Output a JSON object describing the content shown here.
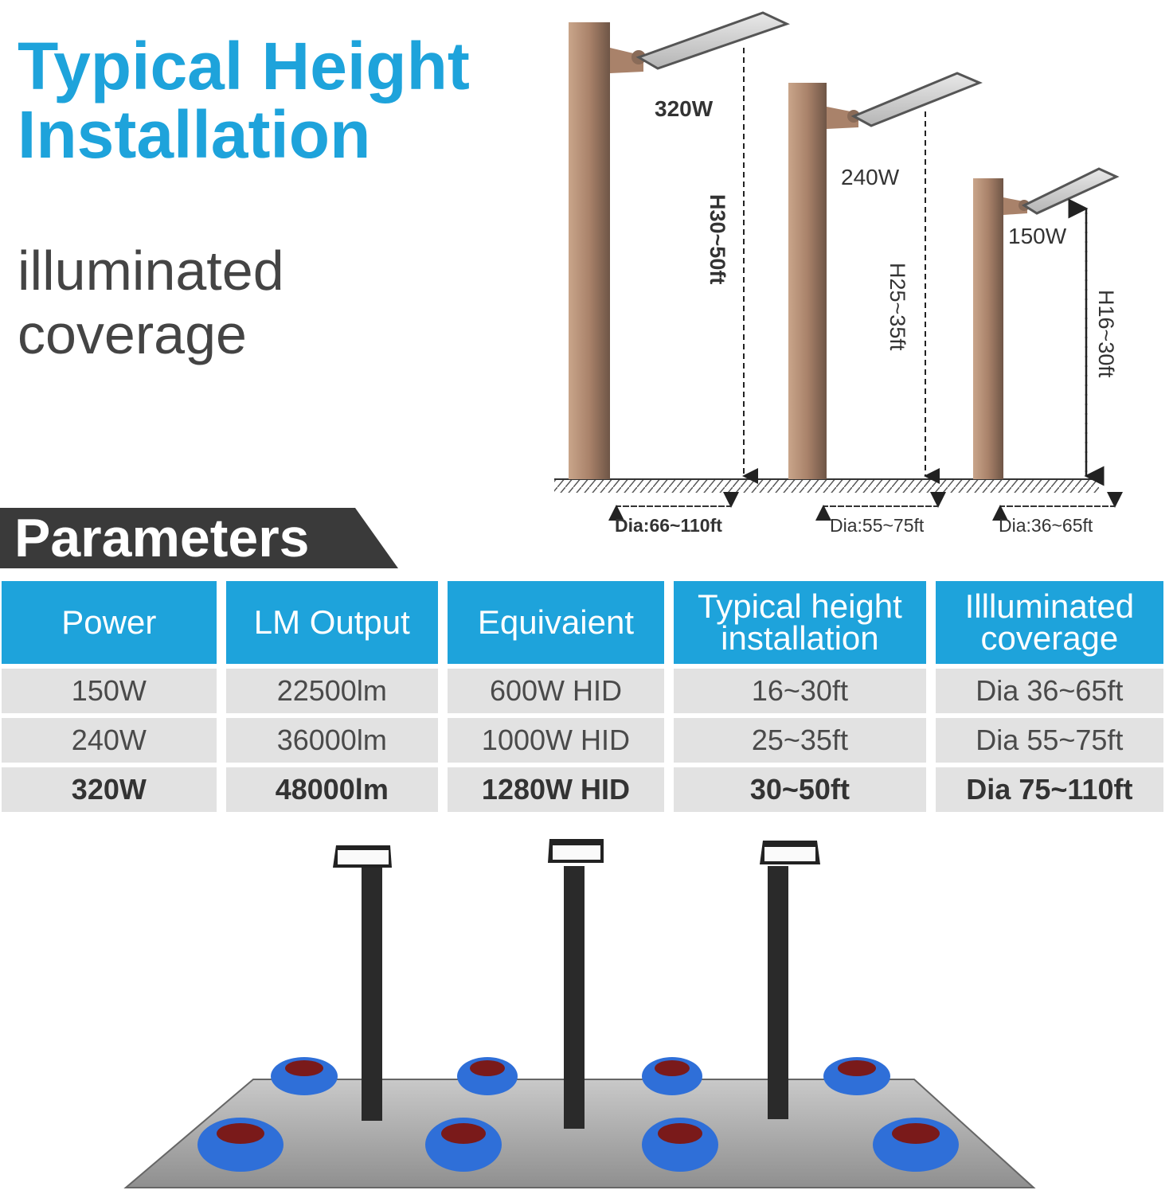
{
  "headline": {
    "line1": "Typical Height",
    "line2": "Installation"
  },
  "subhead": {
    "line1": "illuminated",
    "line2": "coverage"
  },
  "diagram": {
    "poles": [
      {
        "power": "320W",
        "height": "H30~50ft",
        "diameter": "Dia:66~110ft"
      },
      {
        "power": "240W",
        "height": "H25~35ft",
        "diameter": "Dia:55~75ft"
      },
      {
        "power": "150W",
        "height": "H16~30ft",
        "diameter": "Dia:36~65ft"
      }
    ]
  },
  "parameters": {
    "title": "Parameters",
    "headers": [
      "Power",
      "LM Output",
      "Equivaient",
      "Typical height installation",
      "Illluminated coverage"
    ],
    "rows": [
      [
        "150W",
        "22500lm",
        "600W HID",
        "16~30ft",
        "Dia 36~65ft"
      ],
      [
        "240W",
        "36000lm",
        "1000W HID",
        "25~35ft",
        "Dia 55~75ft"
      ],
      [
        "320W",
        "48000lm",
        "1280W HID",
        "30~50ft",
        "Dia 75~110ft"
      ]
    ]
  },
  "colors": {
    "accent": "#1ea3db",
    "banner": "#3a3a3a",
    "pole": "#b08a70",
    "car": "#2f6fd8"
  },
  "icons": [
    "street-light-icon",
    "car-icon"
  ]
}
